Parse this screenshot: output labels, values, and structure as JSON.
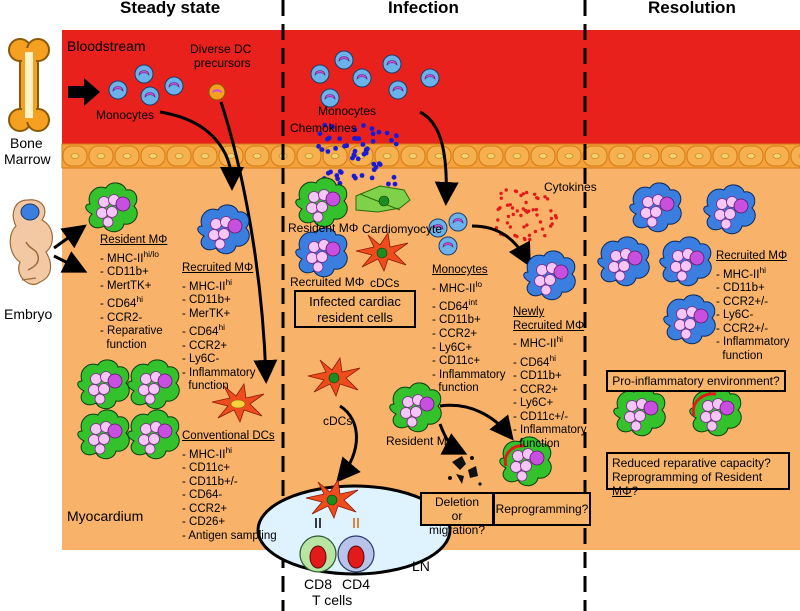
{
  "headers": {
    "steady": "Steady state",
    "infection": "Infection",
    "resolution": "Resolution"
  },
  "labels": {
    "bloodstream": "Bloodstream",
    "bone_marrow_line1": "Bone",
    "bone_marrow_line2": "Marrow",
    "embryo": "Embryo",
    "myocardium": "Myocardium",
    "monocytes_steady": "Monocytes",
    "dc_precursors_line1": "Diverse DC",
    "dc_precursors_line2": "precursors",
    "monocytes_blood_inf": "Monocytes",
    "chemokines": "Chemokines",
    "cytokines": "Cytokines",
    "resident_mf_inf": "Resident MΦ",
    "cardiomyocyte": "Cardiomyocyte",
    "recruited_mf_inf": "Recruited MΦ",
    "cdcs_1": "cDCs",
    "cdcs_2": "cDCs",
    "resident_mf_lower": "Resident MΦ",
    "ln": "LN",
    "cd8": "CD8",
    "cd4": "CD4",
    "t_cells": "T cells"
  },
  "lists": {
    "resident_mf": {
      "title": "Resident MΦ",
      "items": [
        "- MHC-II^hi/lo",
        "- CD11b+",
        "- MertTK+",
        "- CD64^hi",
        "- CCR2-",
        "- Reparative",
        "  function"
      ]
    },
    "recruited_mf_steady": {
      "title": "Recruited MΦ",
      "items": [
        "- MHC-II^hi",
        "- CD11b+",
        "- MerTK+",
        "- CD64^hi",
        "- CCR2+",
        "- Ly6C-",
        "- Inflammatory",
        "  function"
      ]
    },
    "conventional_dcs": {
      "title": "Conventional DCs",
      "items": [
        "- MHC-II^hi",
        "- CD11c+",
        "- CD11b+/-",
        "- CD64-",
        "- CCR2+",
        "- CD26+",
        "- Antigen sampling"
      ]
    },
    "monocytes_inf": {
      "title": "Monocytes",
      "items": [
        "- MHC-II^lo",
        "- CD64^int",
        "- CD11b+",
        "- CCR2+",
        "- Ly6C+",
        "- CD11c+",
        "- Inflammatory",
        "  function"
      ]
    },
    "newly_recruited": {
      "title_line1": "Newly",
      "title_line2": "Recruited MΦ",
      "items": [
        "- MHC-II^hi",
        "- CD64^hi",
        "- CD11b+",
        "- CCR2+",
        "- Ly6C+",
        "- CD11c+/-",
        "- Inflammatory",
        "  function"
      ]
    },
    "recruited_mf_res": {
      "title": "Recruited MΦ",
      "items": [
        "- MHC-II^hi",
        "- CD11b+",
        "- CCR2+/-",
        "- Ly6C-",
        "- CCR2+/-",
        "- Inflammatory",
        "  function"
      ]
    }
  },
  "boxes": {
    "infected_line1": "Infected cardiac",
    "infected_line2": "resident cells",
    "deletion_line1": "Deletion",
    "deletion_line2": "or migration?",
    "reprogramming": "Reprogramming?",
    "proinflammatory": "Pro-inflammatory environment?",
    "reduced_line1": "Reduced reparative capacity?",
    "reduced_line2_a": "Reprogramming of Resident ",
    "reduced_line2_b": "MΦ",
    "reduced_line2_c": "?"
  },
  "colors": {
    "blood": "#e8211d",
    "tissue": "#f8b26a",
    "endothelium": "#f5a13c",
    "macrophage": "#34c22c",
    "macrophage_nucleus": "#c94fe0",
    "monocyte": "#5aa9e6",
    "dc": "#ef4c1e",
    "cardiomyocyte": "#7fd14a",
    "chemokine": "#1b1bd6",
    "cytokine": "#e21a1a"
  }
}
